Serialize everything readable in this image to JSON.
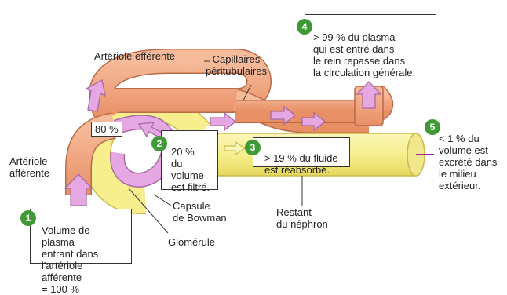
{
  "colors": {
    "plasma_flow": "#e5a8e3",
    "arteriole": "#f2a57f",
    "nephron_tube": "#f7ef8e",
    "badge": "#3f9a35",
    "excretion_arrow": "#a0289c"
  },
  "labels": {
    "arteriole_efferente": "Artériole efférente",
    "capillaires": "Capillaires\npéritubulaires",
    "arteriole_afferente": "Artériole\nafférente",
    "capsule": "Capsule\nde Bowman",
    "restant": "Restant\ndu néphron",
    "glomerule": "Glomérule",
    "pct_80": "80 %"
  },
  "steps": [
    {
      "number": "1",
      "text": "Volume de plasma\nentrant dans\nl'artériole afférente\n= 100 %"
    },
    {
      "number": "2",
      "text": "20 %\ndu\nvolume\nest filtré."
    },
    {
      "number": "3",
      "text": "> 19 % du fluide\nest réabsorbé."
    },
    {
      "number": "4",
      "text": "> 99 % du plasma\nqui est entré dans\nle rein repasse dans\nla circulation générale."
    },
    {
      "number": "5",
      "text": "< 1 % du\nvolume est\nexcrété dans\nle milieu\nextérieur."
    }
  ]
}
